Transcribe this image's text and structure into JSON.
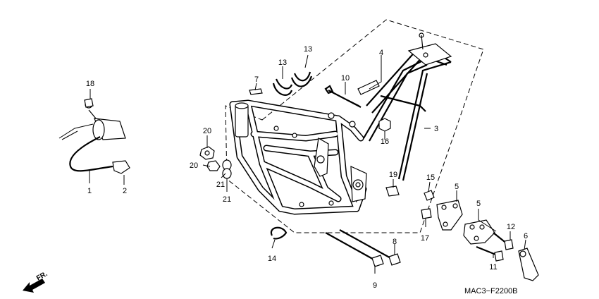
{
  "callouts": [
    {
      "id": "1",
      "text": "1"
    },
    {
      "id": "2",
      "text": "2"
    },
    {
      "id": "3",
      "text": "3"
    },
    {
      "id": "4",
      "text": "4"
    },
    {
      "id": "5a",
      "text": "5"
    },
    {
      "id": "5b",
      "text": "5"
    },
    {
      "id": "6",
      "text": "6"
    },
    {
      "id": "7",
      "text": "7"
    },
    {
      "id": "8",
      "text": "8"
    },
    {
      "id": "9",
      "text": "9"
    },
    {
      "id": "10",
      "text": "10"
    },
    {
      "id": "11",
      "text": "11"
    },
    {
      "id": "12",
      "text": "12"
    },
    {
      "id": "13a",
      "text": "13"
    },
    {
      "id": "13b",
      "text": "13"
    },
    {
      "id": "14",
      "text": "14"
    },
    {
      "id": "15",
      "text": "15"
    },
    {
      "id": "16",
      "text": "16"
    },
    {
      "id": "17",
      "text": "17"
    },
    {
      "id": "18",
      "text": "18"
    },
    {
      "id": "19",
      "text": "19"
    },
    {
      "id": "20a",
      "text": "20"
    },
    {
      "id": "20b",
      "text": "20"
    },
    {
      "id": "21a",
      "text": "21"
    },
    {
      "id": "21b",
      "text": "21"
    }
  ],
  "diagram_code": "MAC3−F2200B",
  "direction_label": "FR.",
  "colors": {
    "ink": "#000000",
    "paper": "#ffffff"
  }
}
